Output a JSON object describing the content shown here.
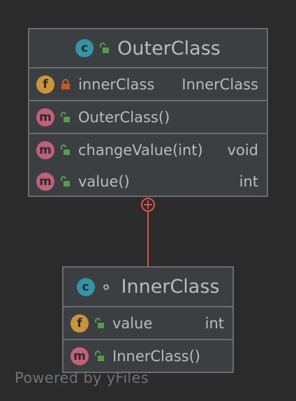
{
  "outer_class": {
    "name": "OuterClass",
    "kind_icon": "class-icon",
    "visibility_icon": "public-lock-icon",
    "fields": [
      {
        "name": "innerClass",
        "type": "InnerClass",
        "kind_icon": "field-icon",
        "visibility_icon": "private-lock-icon"
      }
    ],
    "constructors": [
      {
        "name": "OuterClass()",
        "type": "",
        "kind_icon": "method-icon",
        "visibility_icon": "public-lock-icon"
      }
    ],
    "methods": [
      {
        "name": "changeValue(int)",
        "type": "void",
        "kind_icon": "method-icon",
        "visibility_icon": "public-lock-icon"
      },
      {
        "name": "value()",
        "type": "int",
        "kind_icon": "method-icon",
        "visibility_icon": "public-lock-icon"
      }
    ]
  },
  "inner_class": {
    "name": "InnerClass",
    "kind_icon": "class-icon",
    "visibility_icon": "package-private-dot-icon",
    "fields": [
      {
        "name": "value",
        "type": "int",
        "kind_icon": "field-icon",
        "visibility_icon": "public-lock-icon"
      }
    ],
    "constructors": [
      {
        "name": "InnerClass()",
        "type": "",
        "kind_icon": "method-icon",
        "visibility_icon": "public-lock-icon"
      }
    ]
  },
  "relation": {
    "type": "nested-class",
    "marker_icon": "circle-plus-icon"
  },
  "badges": {
    "class": "c",
    "field": "f",
    "method": "m"
  },
  "colors": {
    "background": "#2b2b2b",
    "box": "#3c3f41",
    "border": "#6a6d70",
    "text": "#bbbbbb",
    "class_badge": "#3592a7",
    "field_badge": "#c8953a",
    "method_badge": "#c0607a",
    "public_lock": "#5a9b4a",
    "private_lock": "#c9552a",
    "connector": "#d9534f"
  },
  "watermark": "Powered by yFiles"
}
